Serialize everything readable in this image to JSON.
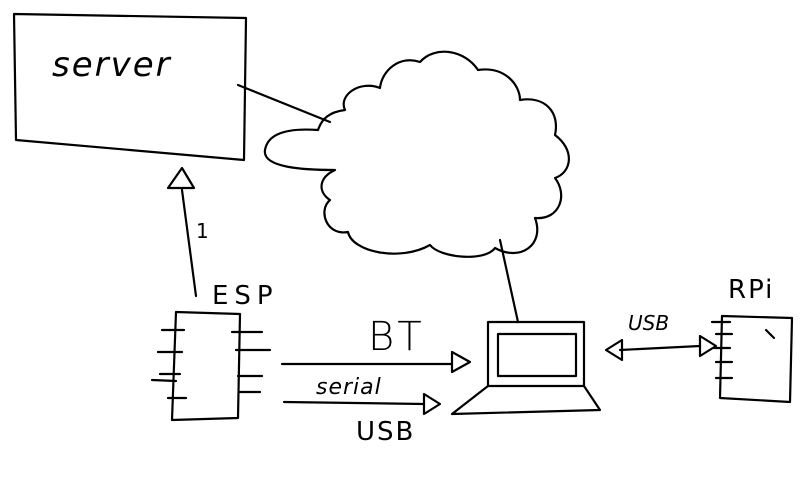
{
  "nodes": {
    "server": {
      "label": "server"
    },
    "esp": {
      "label": "ESP"
    },
    "rpi": {
      "label": "RPi"
    }
  },
  "edges": {
    "esp_to_server": {
      "label": "1"
    },
    "bluetooth": {
      "label": "BT"
    },
    "serial": {
      "label_top": "serial",
      "label_bottom": "USB"
    },
    "usb_rpi": {
      "label": "USB"
    }
  },
  "colors": {
    "ink": "#000000",
    "background": "#ffffff"
  }
}
